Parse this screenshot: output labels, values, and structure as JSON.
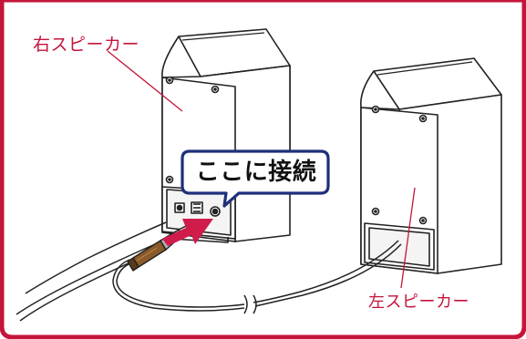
{
  "labels": {
    "right_speaker": "右スピーカー",
    "left_speaker": "左スピーカー",
    "connect_here": "ここに接続"
  },
  "colors": {
    "frame": "#c4153b",
    "arrow": "#d01c4b",
    "callout_border": "#1f2f7a",
    "speaker_fill": "#ffffff",
    "line": "#222222"
  },
  "icons": {
    "arrow": "arrow-right-icon",
    "break_mark": "cable-break-icon"
  }
}
